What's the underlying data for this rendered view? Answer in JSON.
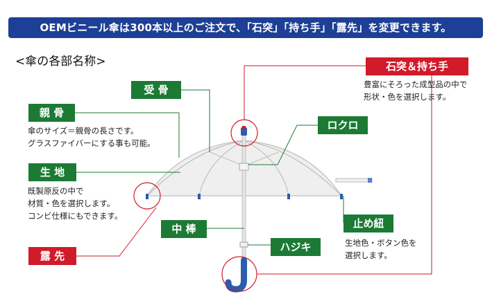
{
  "banner": "OEMビニール傘は300本以上のご注文で、「石突」「持ち手」「露先」を変更できます。",
  "section_title": "<傘の各部名称>",
  "parts": {
    "ukebone": "受 骨",
    "oyabone": "親 骨",
    "oyabone_desc": [
      "傘のサイズ＝親骨の長さです。",
      "グラスファイバーにする事も可能。"
    ],
    "kiji": "生 地",
    "kiji_desc": [
      "既製原反の中で",
      "材質・色を選択します。",
      "コンビ仕様にもできます。"
    ],
    "tsuyusaki": "露 先",
    "ishizuki_mochite": "石突＆持ち手",
    "ishizuki_mochite_desc": [
      "豊富にそろった成型品の中で",
      "形状・色を選択します。"
    ],
    "rokuro": "ロクロ",
    "tomehimo": "止め紐",
    "tomehimo_desc": [
      "生地色・ボタン色を",
      "選択します。"
    ],
    "chubou": "中 棒",
    "hajiki": "ハジキ"
  },
  "colors": {
    "banner_bg": "#1d3f95",
    "green_tag": "#1c7a35",
    "red_tag": "#d11a2a",
    "leader_green": "#1c7a35",
    "leader_red": "#d11a2a",
    "handle_blue": "#2a5db0"
  }
}
